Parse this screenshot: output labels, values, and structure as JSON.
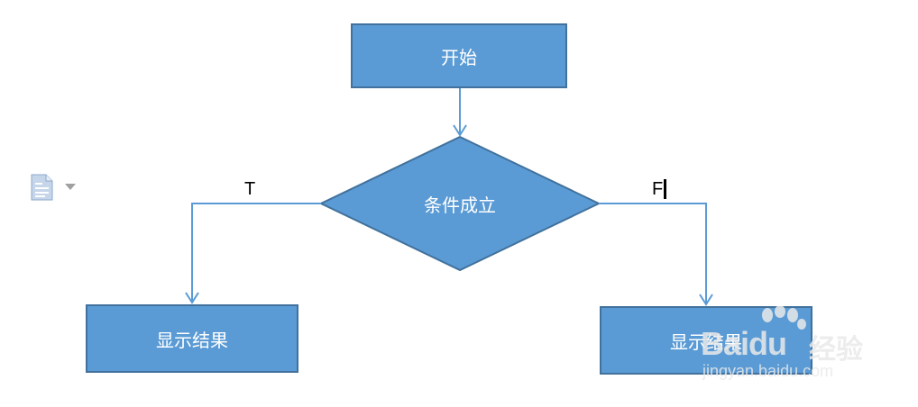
{
  "flowchart": {
    "start_label": "开始",
    "decision_label": "条件成立",
    "true_branch_label": "T",
    "false_branch_label": "F",
    "true_result_label": "显示结果",
    "false_result_label": "显示结果"
  },
  "colors": {
    "node_fill": "#5b9bd5",
    "node_border": "#41719c",
    "arrow": "#5b9bd5"
  },
  "toolbar": {
    "icon": "document-icon"
  },
  "watermark": {
    "brand": "Baidu",
    "text_cn": "经验",
    "url": "jingyan.baidu.com"
  }
}
